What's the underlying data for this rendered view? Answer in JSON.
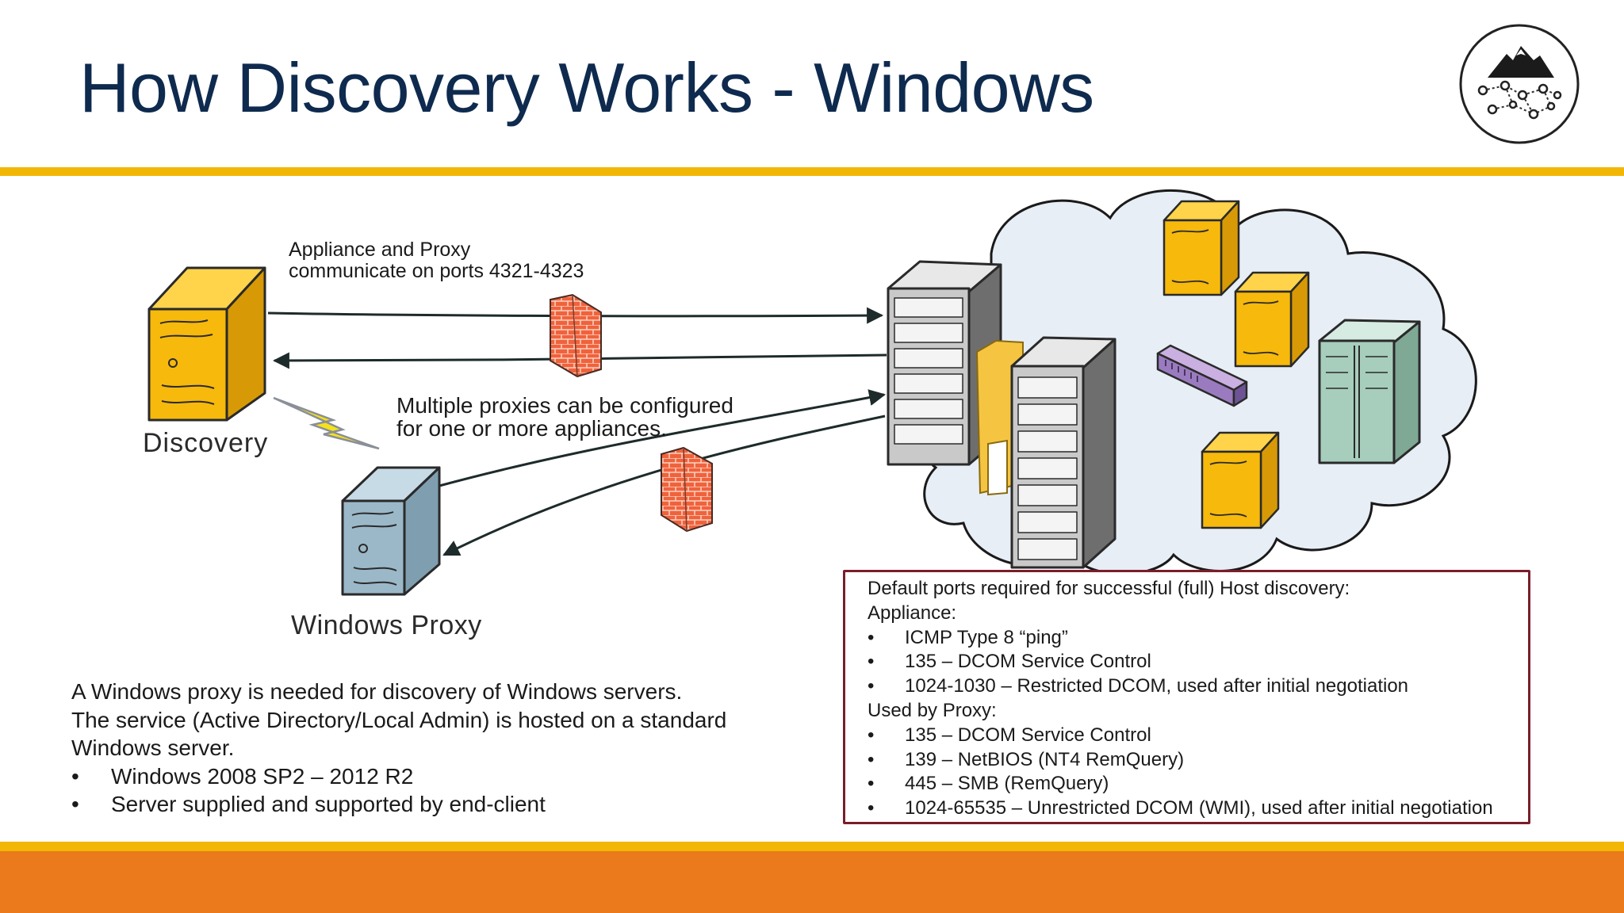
{
  "slide": {
    "title": "How Discovery Works - Windows"
  },
  "diagram": {
    "note_ports": [
      "Appliance and Proxy",
      "communicate on ports 4321-4323"
    ],
    "note_proxies": [
      "Multiple proxies can be configured",
      "for one or more appliances."
    ],
    "label_discovery": "Discovery",
    "label_proxy": "Windows Proxy"
  },
  "proxy_info": {
    "lines": [
      "A Windows proxy is needed for discovery of Windows servers.",
      "The service (Active Directory/Local Admin) is hosted on a standard",
      "Windows server."
    ],
    "bullets": [
      "Windows 2008 SP2 – 2012 R2",
      "Server supplied and supported by end-client"
    ]
  },
  "ports_box": {
    "heading": "Default ports required for successful (full) Host discovery:",
    "appliance_label": "Appliance:",
    "appliance_ports": [
      "ICMP Type 8 “ping”",
      "135 – DCOM Service Control",
      "1024-1030 – Restricted DCOM, used after initial negotiation"
    ],
    "proxy_label": "Used by Proxy:",
    "proxy_ports": [
      "135 – DCOM Service Control",
      "139 – NetBIOS (NT4 RemQuery)",
      "445 – SMB (RemQuery)",
      "1024-65535 – Unrestricted DCOM (WMI), used after initial negotiation"
    ]
  },
  "colors": {
    "title": "#0e2a4e",
    "accent_yellow": "#f2b705",
    "accent_orange": "#ea7a1c",
    "box_border": "#7a1e2a",
    "cloud_fill": "#e7eef5",
    "server_yellow": "#f6b90c",
    "proxy_blue": "#9bb8c8"
  },
  "icons": [
    "logo-mountain-network-icon",
    "discovery-server-icon",
    "windows-proxy-server-icon",
    "firewall-icon",
    "lightning-icon",
    "rack-server-icon",
    "network-switch-icon",
    "cabinet-server-icon"
  ]
}
